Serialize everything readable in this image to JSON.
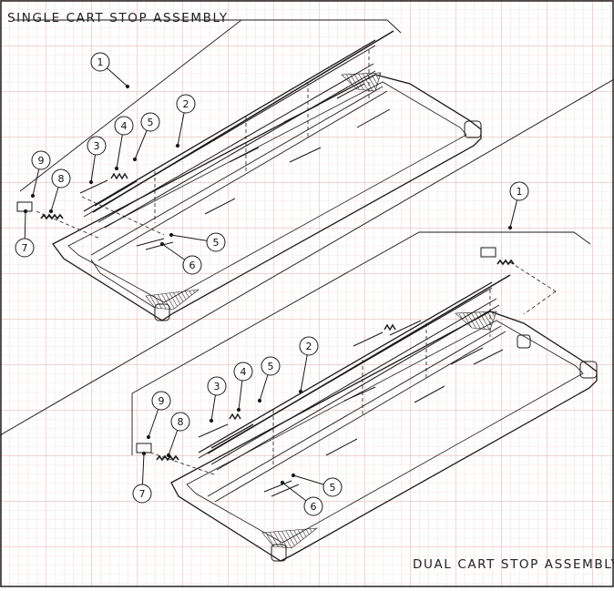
{
  "titles": {
    "single": "SINGLE CART STOP ASSEMBLY",
    "dual": "DUAL CART STOP ASSEMBLY"
  },
  "balloons": {
    "single": [
      "1",
      "2",
      "3",
      "4",
      "5",
      "5",
      "6",
      "7",
      "8",
      "9"
    ],
    "dual": [
      "1",
      "2",
      "3",
      "4",
      "5",
      "5",
      "6",
      "7",
      "8",
      "9"
    ]
  },
  "colors": {
    "grid": "#e8b9b9",
    "line": "#1a1a1a",
    "paper": "#ffffff"
  }
}
